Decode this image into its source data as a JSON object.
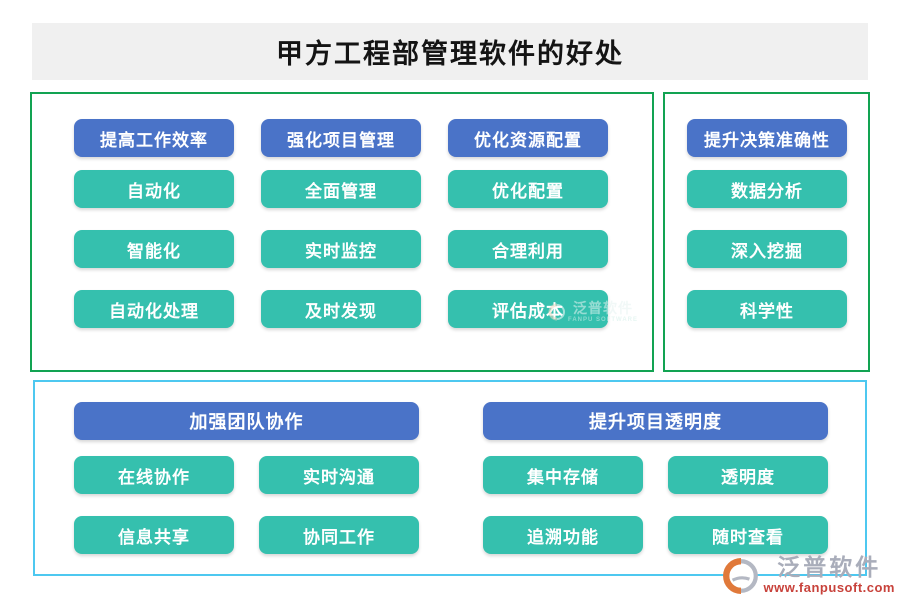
{
  "title": "甲方工程部管理软件的好处",
  "panels": {
    "top_left": {
      "columns": [
        {
          "header": "提高工作效率",
          "items": [
            "自动化",
            "智能化",
            "自动化处理"
          ]
        },
        {
          "header": "强化项目管理",
          "items": [
            "全面管理",
            "实时监控",
            "及时发现"
          ]
        },
        {
          "header": "优化资源配置",
          "items": [
            "优化配置",
            "合理利用",
            "评估成本"
          ]
        }
      ]
    },
    "top_right": {
      "header": "提升决策准确性",
      "items": [
        "数据分析",
        "深入挖掘",
        "科学性"
      ]
    },
    "bottom": {
      "groups": [
        {
          "header": "加强团队协作",
          "items": [
            "在线协作",
            "实时沟通",
            "信息共享",
            "协同工作"
          ]
        },
        {
          "header": "提升项目透明度",
          "items": [
            "集中存储",
            "透明度",
            "追溯功能",
            "随时查看"
          ]
        }
      ]
    }
  },
  "branding": {
    "name": "泛普软件",
    "url": "www.fanpusoft.com",
    "caption": "FANPU SOFTWARE"
  },
  "colors": {
    "header_blue": "#4a73c8",
    "item_teal": "#35c0ae",
    "border_green": "#12a352",
    "border_cyan": "#4dc8f0",
    "title_background": "#f0f0f0",
    "brand_gray": "#a9adba",
    "url_red": "#c8423b"
  }
}
